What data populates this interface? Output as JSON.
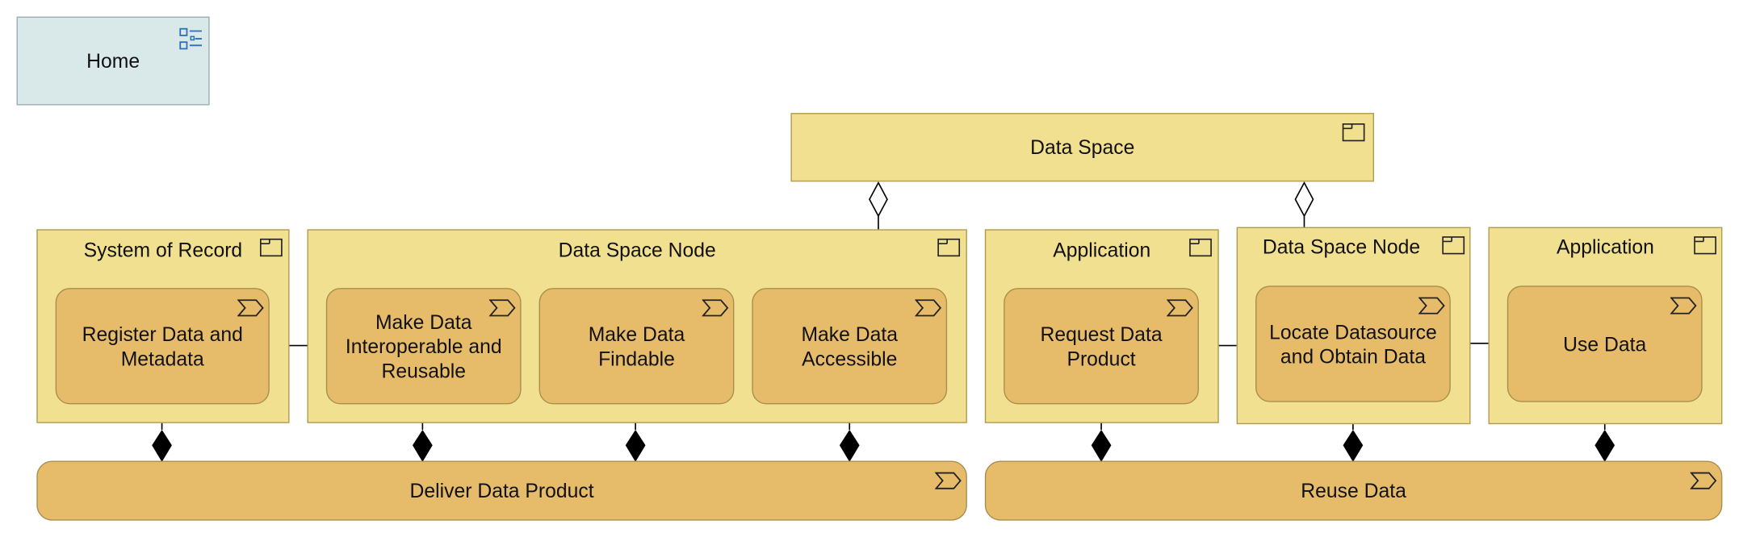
{
  "home": {
    "label": "Home",
    "icon": "navigation-icon"
  },
  "top_node": {
    "label": "Data Space",
    "icon": "node-icon"
  },
  "nodes": [
    {
      "id": "sor",
      "label": "System of Record",
      "icon": "node-icon"
    },
    {
      "id": "dsn1",
      "label": "Data Space Node",
      "icon": "node-icon"
    },
    {
      "id": "app1",
      "label": "Application",
      "icon": "node-icon"
    },
    {
      "id": "dsn2",
      "label": "Data Space Node",
      "icon": "node-icon"
    },
    {
      "id": "app2",
      "label": "Application",
      "icon": "node-icon"
    }
  ],
  "processes": [
    {
      "id": "p1",
      "label": "Register Data and Metadata",
      "icon": "process-icon"
    },
    {
      "id": "p2",
      "label": "Make Data Interoperable and Reusable",
      "icon": "process-icon"
    },
    {
      "id": "p3",
      "label": "Make Data Findable",
      "icon": "process-icon"
    },
    {
      "id": "p4",
      "label": "Make Data Accessible",
      "icon": "process-icon"
    },
    {
      "id": "p5",
      "label": "Request Data Product",
      "icon": "process-icon"
    },
    {
      "id": "p6",
      "label": "Locate Datasource and Obtain Data",
      "icon": "process-icon"
    },
    {
      "id": "p7",
      "label": "Use Data",
      "icon": "process-icon"
    }
  ],
  "composites": [
    {
      "id": "c1",
      "label": "Deliver Data Product",
      "icon": "process-icon"
    },
    {
      "id": "c2",
      "label": "Reuse Data",
      "icon": "process-icon"
    }
  ],
  "colors": {
    "node_fill": "#f1e08f",
    "process_fill": "#e6bc6a",
    "home_fill": "#d9e8e9",
    "icon_blue": "#2f6db5"
  }
}
